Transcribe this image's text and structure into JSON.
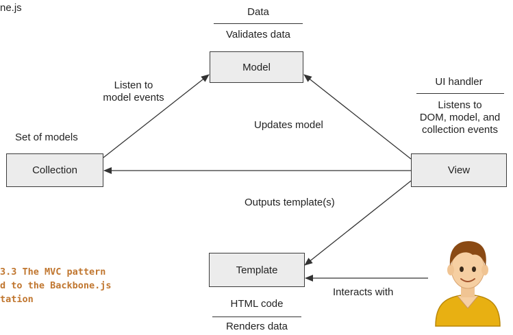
{
  "header_fragment": "ne.js",
  "nodes": {
    "model": {
      "label": "Model",
      "annotations": [
        "Data",
        "Validates data"
      ]
    },
    "collection": {
      "label": "Collection",
      "annotation": "Set of models"
    },
    "view": {
      "label": "View",
      "annotations": [
        "UI handler",
        "Listens to\nDOM, model, and\ncollection events"
      ]
    },
    "template": {
      "label": "Template",
      "annotations": [
        "HTML code",
        "Renders data"
      ]
    }
  },
  "edges": {
    "collection_to_model": "Listen to\nmodel events",
    "view_to_model": "Updates model",
    "view_to_template": "Outputs template(s)",
    "user_to_template": "Interacts with"
  },
  "caption": {
    "line1": "3.3   The MVC pattern",
    "line2": "d to the Backbone.js",
    "line3": "tation"
  },
  "user_icon": "user-avatar-icon",
  "colors": {
    "caption": "#c0762f",
    "box_fill": "#ececec",
    "shirt": "#e8b012"
  }
}
